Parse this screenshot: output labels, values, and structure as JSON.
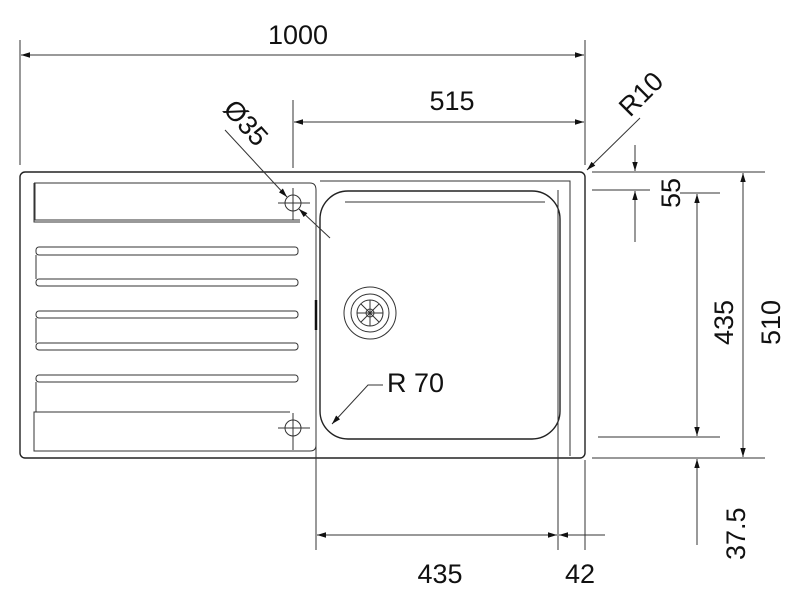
{
  "title": "Sink dimension drawing",
  "dimensions": {
    "overall_width": "1000",
    "bowl_offset": "515",
    "tap_hole_diameter": "Ø35",
    "corner_radius": "R10",
    "top_margin": "55",
    "overall_depth": "510",
    "bowl_depth": "435",
    "bottom_margin": "37.5",
    "bowl_radius": "R 70",
    "bowl_width": "435",
    "right_margin": "42"
  },
  "colors": {
    "line": "#222222",
    "background": "#ffffff"
  }
}
